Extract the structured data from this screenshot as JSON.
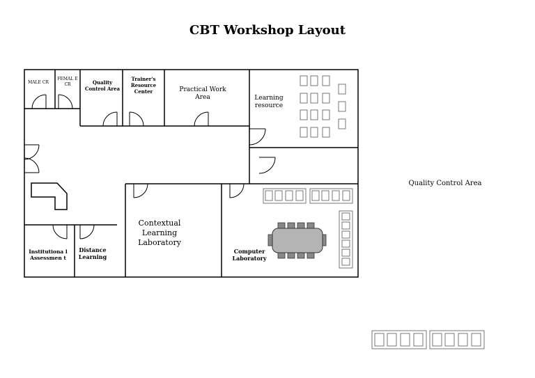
{
  "title": "CBT Workshop Layout",
  "rooms": {
    "male_cr": "MALE CR",
    "female_cr": "FEMAL E CR",
    "quality_control_area": "Quality Control Area",
    "trainers_resource_center": "Trainer's Resource Center",
    "practical_work_area": "Practical Work Area",
    "learning_resource": "Learning resource",
    "contextual_learning_laboratory": "Contextual Learning Laboratory",
    "computer_laboratory": "Computer Laboratory",
    "distance_learning": "Distance Learning",
    "institutional_assessment": "Institutiona l Assessmen t",
    "outside_quality_control_area": "Quality Control Area"
  }
}
